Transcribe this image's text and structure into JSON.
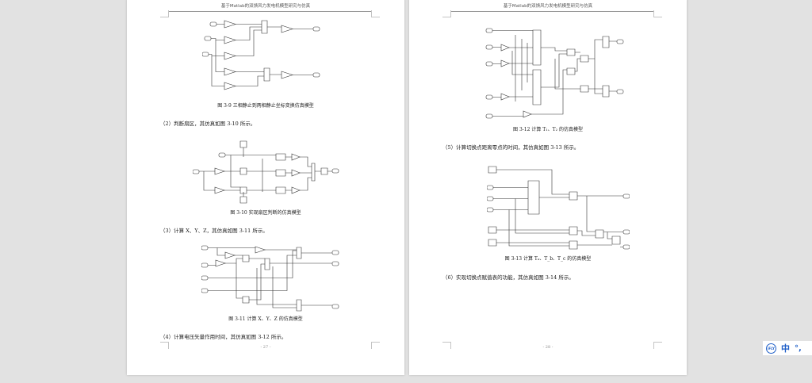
{
  "pages": [
    {
      "header": "基于Matlab的双馈风力发电机模型研究与仿真",
      "figures": [
        {
          "caption": "图 3-9  三相静止到两相静止坐标变换仿真模型"
        },
        {
          "caption": "图 3-10  实现扇区判断的仿真模型"
        },
        {
          "caption": "图 3-11  计算 X、Y、Z 的仿真模型"
        }
      ],
      "paragraphs": [
        "（2）判断扇区，其仿真如图 3-10 所示。",
        "（3）计算 X、Y、Z，其仿真如图 3-11 所示。",
        "（4）计算电压矢量作用时间，其仿真如图 3-12 所示。"
      ],
      "page_number": "- 27 -"
    },
    {
      "header": "基于Matlab的双馈风力发电机模型研究与仿真",
      "figures": [
        {
          "caption": "图 3-12  计算 T₁、T₂ 的仿真模型"
        },
        {
          "caption": "图 3-13  计算 Tₐ、T_b、T_c 的仿真模型"
        }
      ],
      "paragraphs": [
        "（5）计算切换点距离零点的时间，其仿真如图 3-13 所示。",
        "（6）实现切换点赋值表的功能，其仿真如图 3-14 所示。"
      ],
      "page_number": "- 28 -"
    }
  ],
  "ime_toolbar": {
    "logo": "iFLY",
    "language": "中",
    "punctuation": "°,"
  },
  "colors": {
    "background": "#e2e2e2",
    "page": "#ffffff",
    "ime_accent": "#1f5fc8"
  }
}
